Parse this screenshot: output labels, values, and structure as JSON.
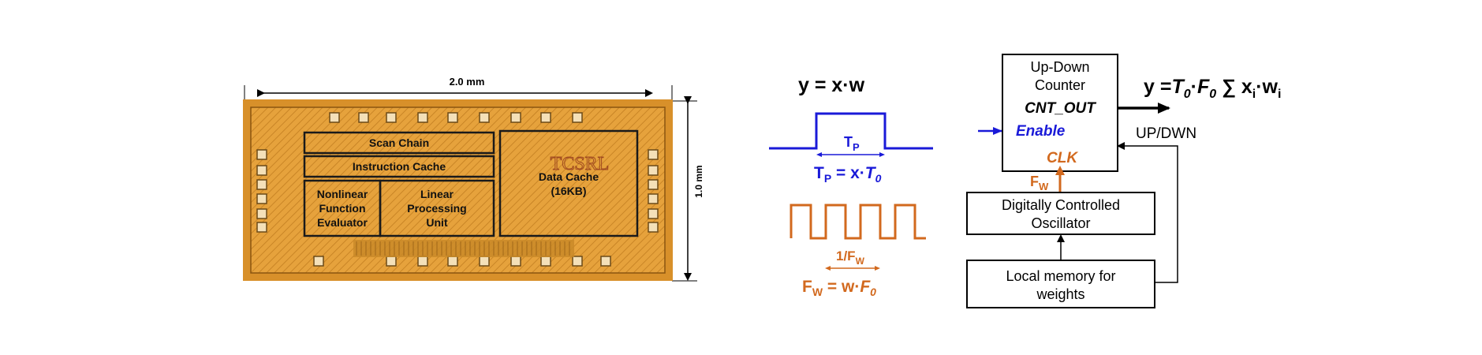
{
  "chip": {
    "width_label": "2.0 mm",
    "height_label": "1.0 mm",
    "logo": "TCSRL",
    "blocks": {
      "scan_chain": "Scan Chain",
      "instruction_cache": "Instruction Cache",
      "nonlinear": [
        "Nonlinear",
        "Function",
        "Evaluator"
      ],
      "linear": [
        "Linear",
        "Processing",
        "Unit"
      ],
      "data_cache": [
        "Data Cache",
        "(16KB)"
      ]
    }
  },
  "pulse": {
    "eq_title": "y = x·w",
    "tp_label": "T",
    "tp_sub": "P",
    "tp_eq": {
      "lhs": "T",
      "lhs_sub": "P",
      "mid": " = x·",
      "rhs": "T",
      "rhs_sub": "0"
    },
    "period_label": "1/F",
    "period_sub": "W",
    "fw_eq": {
      "lhs": "F",
      "lhs_sub": "W",
      "mid": " = w·",
      "rhs": "F",
      "rhs_sub": "0"
    }
  },
  "counter": {
    "title": [
      "Up-Down",
      "Counter"
    ],
    "cnt_out": "CNT_OUT",
    "enable": "Enable",
    "clk": "CLK",
    "updown": "UP/DWN",
    "fw": "F",
    "fw_sub": "W",
    "output_eq": {
      "y": "y =",
      "t0": "T",
      "t0_sub": "0",
      "dot": "·",
      "f0": "F",
      "f0_sub": "0",
      "sum": " ∑ x",
      "xi_sub": "i",
      "wdot": "·w",
      "wi_sub": "i"
    },
    "dco": [
      "Digitally Controlled",
      "Oscillator"
    ],
    "memory": [
      "Local memory for",
      "weights"
    ]
  },
  "colors": {
    "blue": "#1a1ad8",
    "orange": "#d2691e",
    "chip_bg": "#e09a30",
    "chip_dark": "#b87418"
  }
}
